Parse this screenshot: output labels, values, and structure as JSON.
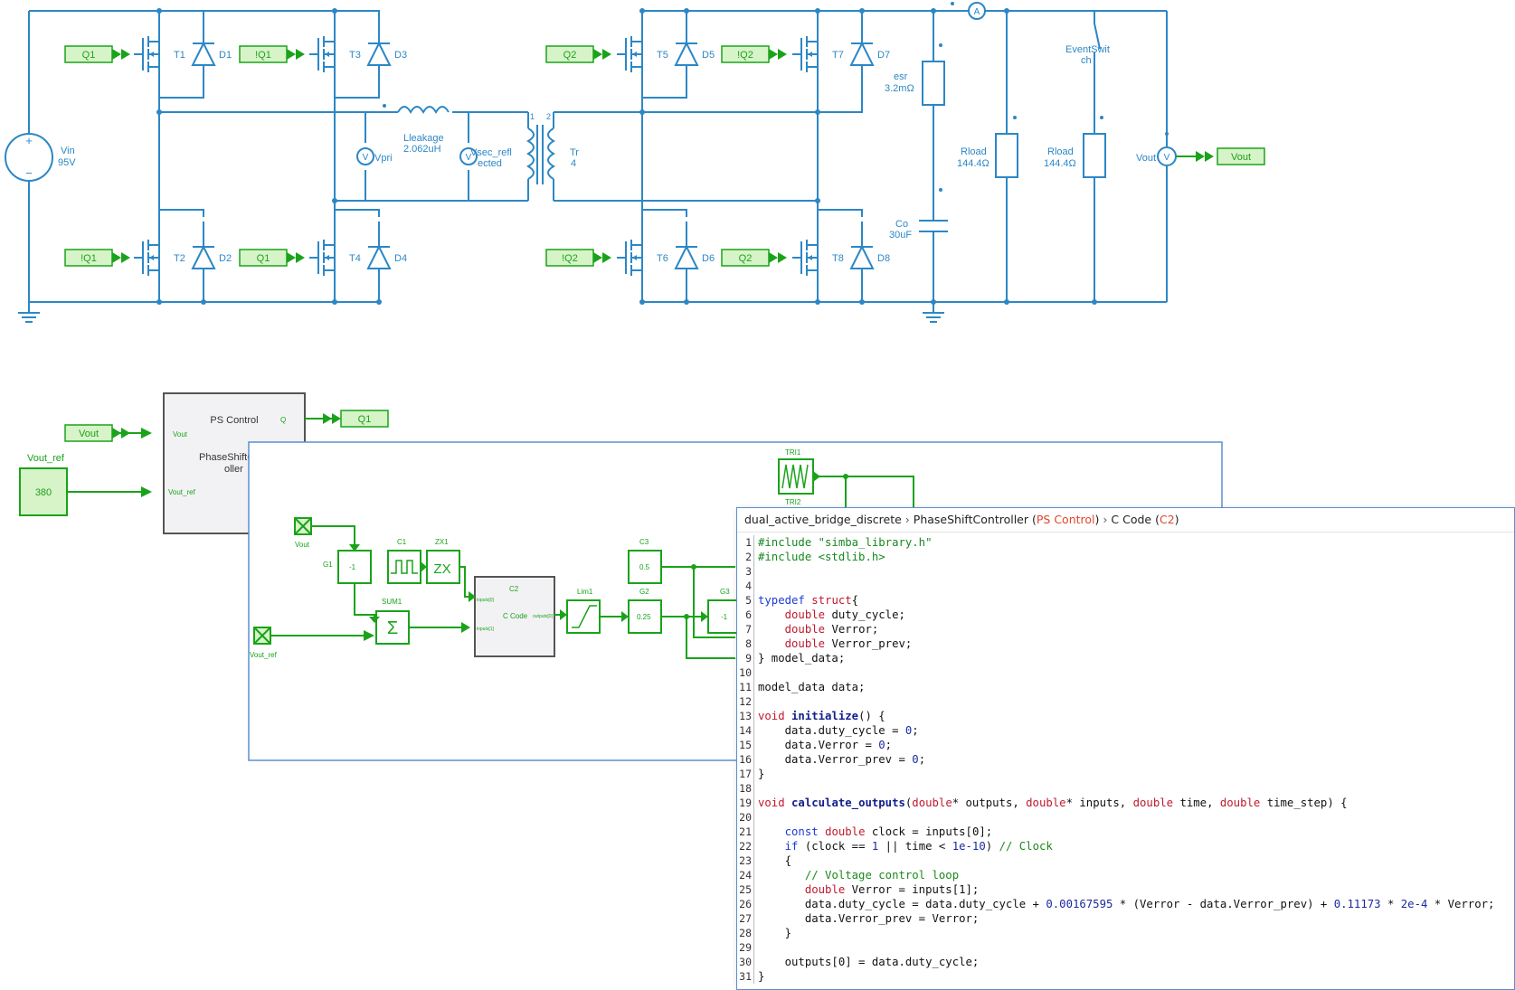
{
  "schematic": {
    "gates_left": [
      "Q1",
      "!Q1",
      "!Q1",
      "Q1"
    ],
    "gates_right": [
      "Q2",
      "!Q2",
      "!Q2",
      "Q2"
    ],
    "switches_left": [
      "T1",
      "T3",
      "T2",
      "T4"
    ],
    "diodes_left": [
      "D1",
      "D3",
      "D2",
      "D4"
    ],
    "switches_right": [
      "T5",
      "T7",
      "T6",
      "T8"
    ],
    "diodes_right": [
      "D5",
      "D7",
      "D6",
      "D8"
    ],
    "vin_name": "Vin",
    "vin_value": "95V",
    "leakage_name": "Lleakage",
    "leakage_value": "2.062uH",
    "vpri": "Vpri",
    "vsec_line1": "Vsec_refl",
    "vsec_line2": "ected",
    "tr_name": "Tr",
    "tr_value": "4",
    "tr_pin1": "1",
    "tr_pin2": "2",
    "esr_name": "esr",
    "esr_value": "3.2mΩ",
    "co_name": "Co",
    "co_value": "30uF",
    "rload1_name": "Rload",
    "rload1_value": "144.4Ω",
    "rload2_name": "Rload",
    "rload2_value": "144.4Ω",
    "switch_line1": "EventSwit",
    "switch_line2": "ch",
    "ammeter": "A",
    "vout_label": "Vout",
    "vout_tag": "Vout",
    "plus": "+",
    "minus": "−",
    "v": "V"
  },
  "control": {
    "in_vout": "Vout",
    "vout_ref_label": "Vout_ref",
    "vout_ref_value": "380",
    "block_title": "PS Control",
    "block_line1": "PhaseShiftC",
    "block_line2": "oller",
    "port_in1": "Vout",
    "port_in2": "Vout_ref",
    "port_out": "Q",
    "out_tag": "Q1"
  },
  "inner": {
    "tri1": "TRI1",
    "tri2": "TRI2",
    "vout_port": "Vout",
    "vout_ref_port": "Vout_ref",
    "g1": "G1",
    "g1_value": "-1",
    "c1": "C1",
    "zx1": "ZX1",
    "zx_symbol": "ZX",
    "sum1": "SUM1",
    "sum_symbol": "Σ",
    "c2": "C2",
    "c2_body": "C Code",
    "c2_in1": "inputs[0]",
    "c2_in2": "inputs[1]",
    "c2_out": "outputs[0]",
    "lim1": "Lim1",
    "c3": "C3",
    "c3_value": "0.5",
    "g2": "G2",
    "g2_value": "0.25",
    "g3": "G3",
    "g3_value": "-1"
  },
  "editor": {
    "crumb_model": "dual_active_bridge_discrete",
    "crumb_sub": "PhaseShiftController",
    "crumb_sub_tag": "PS Control",
    "crumb_block": "C Code",
    "crumb_block_tag": "C2",
    "lines": [
      "#include \"simba_library.h\"",
      "#include <stdlib.h>",
      "",
      "",
      "typedef struct{",
      "    double duty_cycle;",
      "    double Verror;",
      "    double Verror_prev;",
      "} model_data;",
      "",
      "model_data data;",
      "",
      "void initialize() {",
      "    data.duty_cycle = 0;",
      "    data.Verror = 0;",
      "    data.Verror_prev = 0;",
      "}",
      "",
      "void calculate_outputs(double* outputs, double* inputs, double time, double time_step) {",
      "",
      "    const double clock = inputs[0];",
      "    if (clock == 1 || time < 1e-10) // Clock",
      "    {",
      "       // Voltage control loop",
      "       double Verror = inputs[1];",
      "       data.duty_cycle = data.duty_cycle + 0.00167595 * (Verror - data.Verror_prev) + 0.11173 * 2e-4 * Verror;",
      "       data.Verror_prev = Verror;",
      "    }",
      "",
      "    outputs[0] = data.duty_cycle;",
      "}"
    ]
  },
  "colors": {
    "wire_blue": "#2c87c6",
    "block_green": "#1aa31a",
    "tag_fill": "#d7f3c8",
    "accent_red": "#e2442b"
  }
}
